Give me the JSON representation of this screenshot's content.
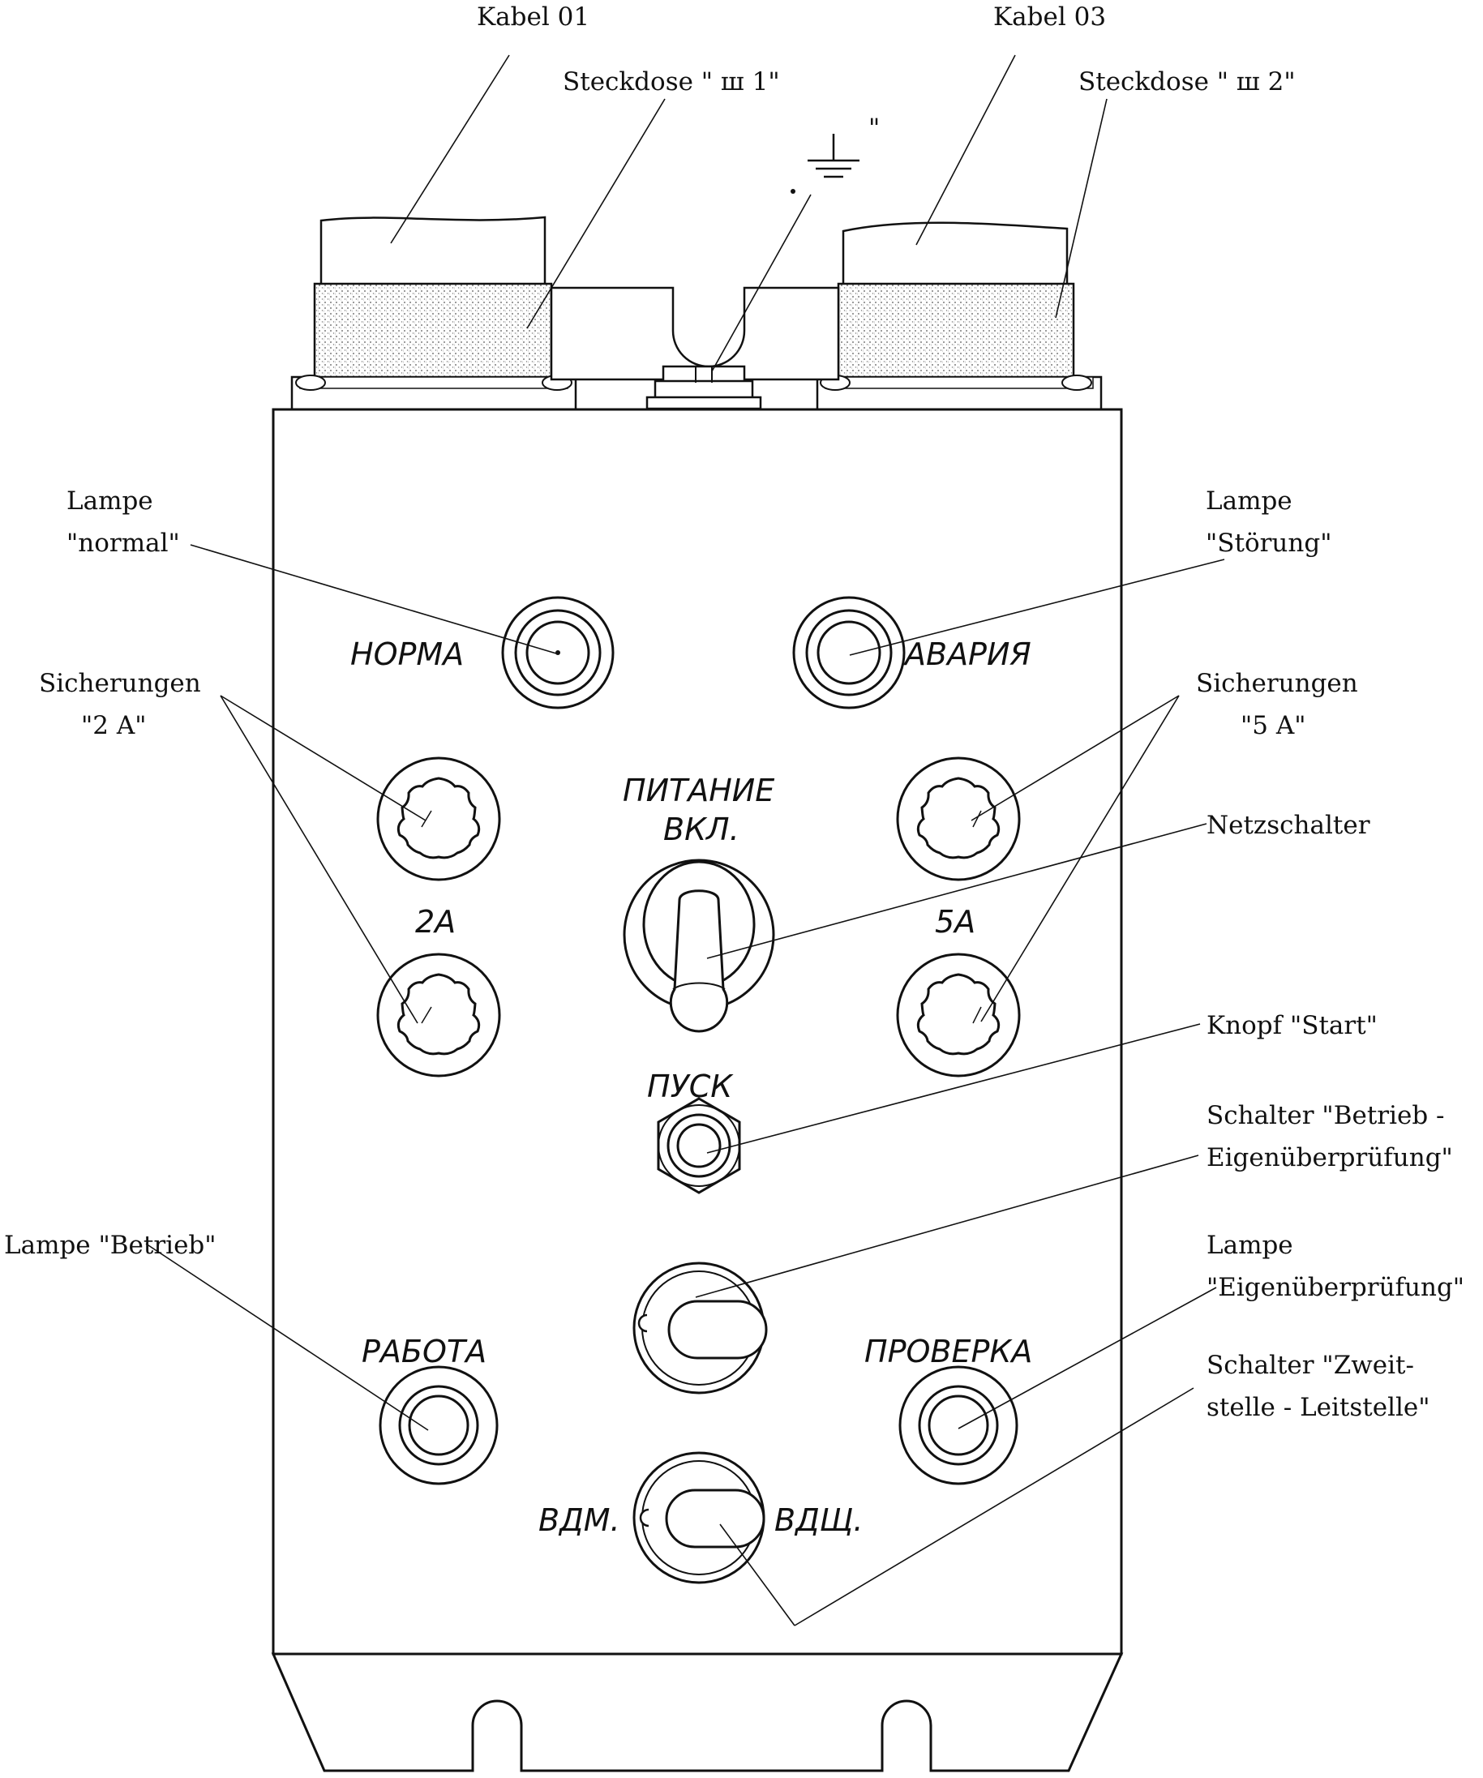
{
  "callouts": {
    "kabel_01": "Kabel 01",
    "kabel_03": "Kabel 03",
    "steckdose_1": "Steckdose \"  ш 1\"",
    "steckdose_2": "Steckdose \"  ш 2\"",
    "ground_symbol_quote_left": "\"",
    "ground_symbol_quote_right": "\"",
    "lampe_normal_1": "Lampe",
    "lampe_normal_2": "\"normal\"",
    "lampe_stoerung_1": "Lampe",
    "lampe_stoerung_2": "\"Störung\"",
    "sicherungen_2a_1": "Sicherungen",
    "sicherungen_2a_2": "\"2 A\"",
    "sicherungen_5a_1": "Sicherungen",
    "sicherungen_5a_2": "\"5 A\"",
    "netzschalter": "Netzschalter",
    "knopf_start": "Knopf \"Start\"",
    "schalter_betrieb_1": "Schalter \"Betrieb -",
    "schalter_betrieb_2": "Eigenüberprüfung\"",
    "lampe_betrieb": "Lampe \"Betrieb\"",
    "lampe_eigen_1": "Lampe",
    "lampe_eigen_2": "\"Eigenüberprüfung\"",
    "schalter_zweit_1": "Schalter \"Zweit-",
    "schalter_zweit_2": "stelle - Leitstelle\""
  },
  "panel_labels": {
    "norma": "НОРМА",
    "avariya": "АВАРИЯ",
    "pitanie": "ПИТАНИЕ",
    "vkl": "ВКЛ.",
    "fuse_2a": "2А",
    "fuse_5a": "5А",
    "pusk": "ПУСК",
    "rabota": "РАБОТА",
    "proverka": "ПРОВЕРКА",
    "vdm": "ВДМ.",
    "vdshch": "ВДЩ."
  }
}
